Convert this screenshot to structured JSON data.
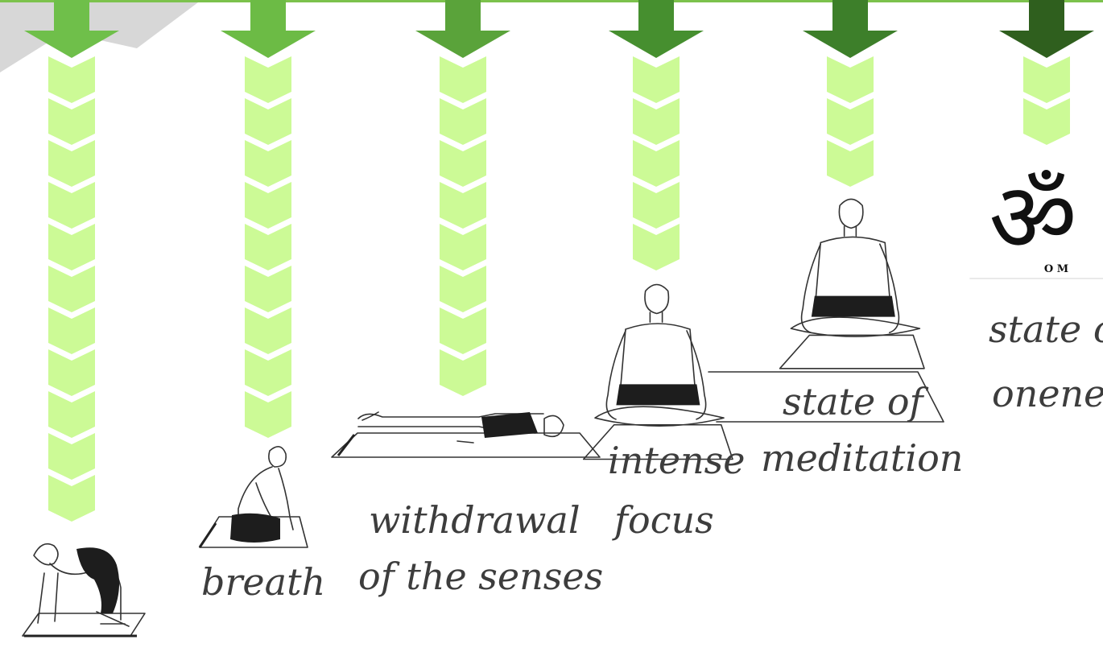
{
  "colors": {
    "arrow_light": "#ccfa96",
    "arrow_heads": [
      "#6fbf4a",
      "#6cbb45",
      "#5aa33a",
      "#468f2f",
      "#3d7f2a",
      "#2f5f1e"
    ],
    "top_bar": "#7cc24c",
    "label_text": "#3d3d3d",
    "corner_shade": "#d7d7d7"
  },
  "columns": [
    {
      "label": "",
      "chevron_count": 11,
      "figure": "camel-pose-figure"
    },
    {
      "label": "breath",
      "chevron_count": 9,
      "figure": "kneeling-breath-figure"
    },
    {
      "label": "withdrawal of  the senses",
      "chevron_count": 8,
      "figure": "lying-down-figure"
    },
    {
      "label": "intense focus",
      "chevron_count": 5,
      "figure": "seated-meditation-figure"
    },
    {
      "label": "state of meditation",
      "chevron_count": 3,
      "figure": "seated-meditation-figure"
    },
    {
      "label": "state of oneness",
      "chevron_count": 2,
      "figure": "om-symbol"
    }
  ],
  "labels": {
    "breath": "breath",
    "withdrawal_line1": "withdrawal",
    "withdrawal_line2": "of  the senses",
    "focus_line1": "intense",
    "focus_line2": "focus",
    "meditation_line1": "state of",
    "meditation_line2": "meditation",
    "oneness_line1": "state of",
    "oneness_line2": "oneness"
  },
  "om_symbol": {
    "glyph": "ॐ",
    "caption": "O M"
  }
}
